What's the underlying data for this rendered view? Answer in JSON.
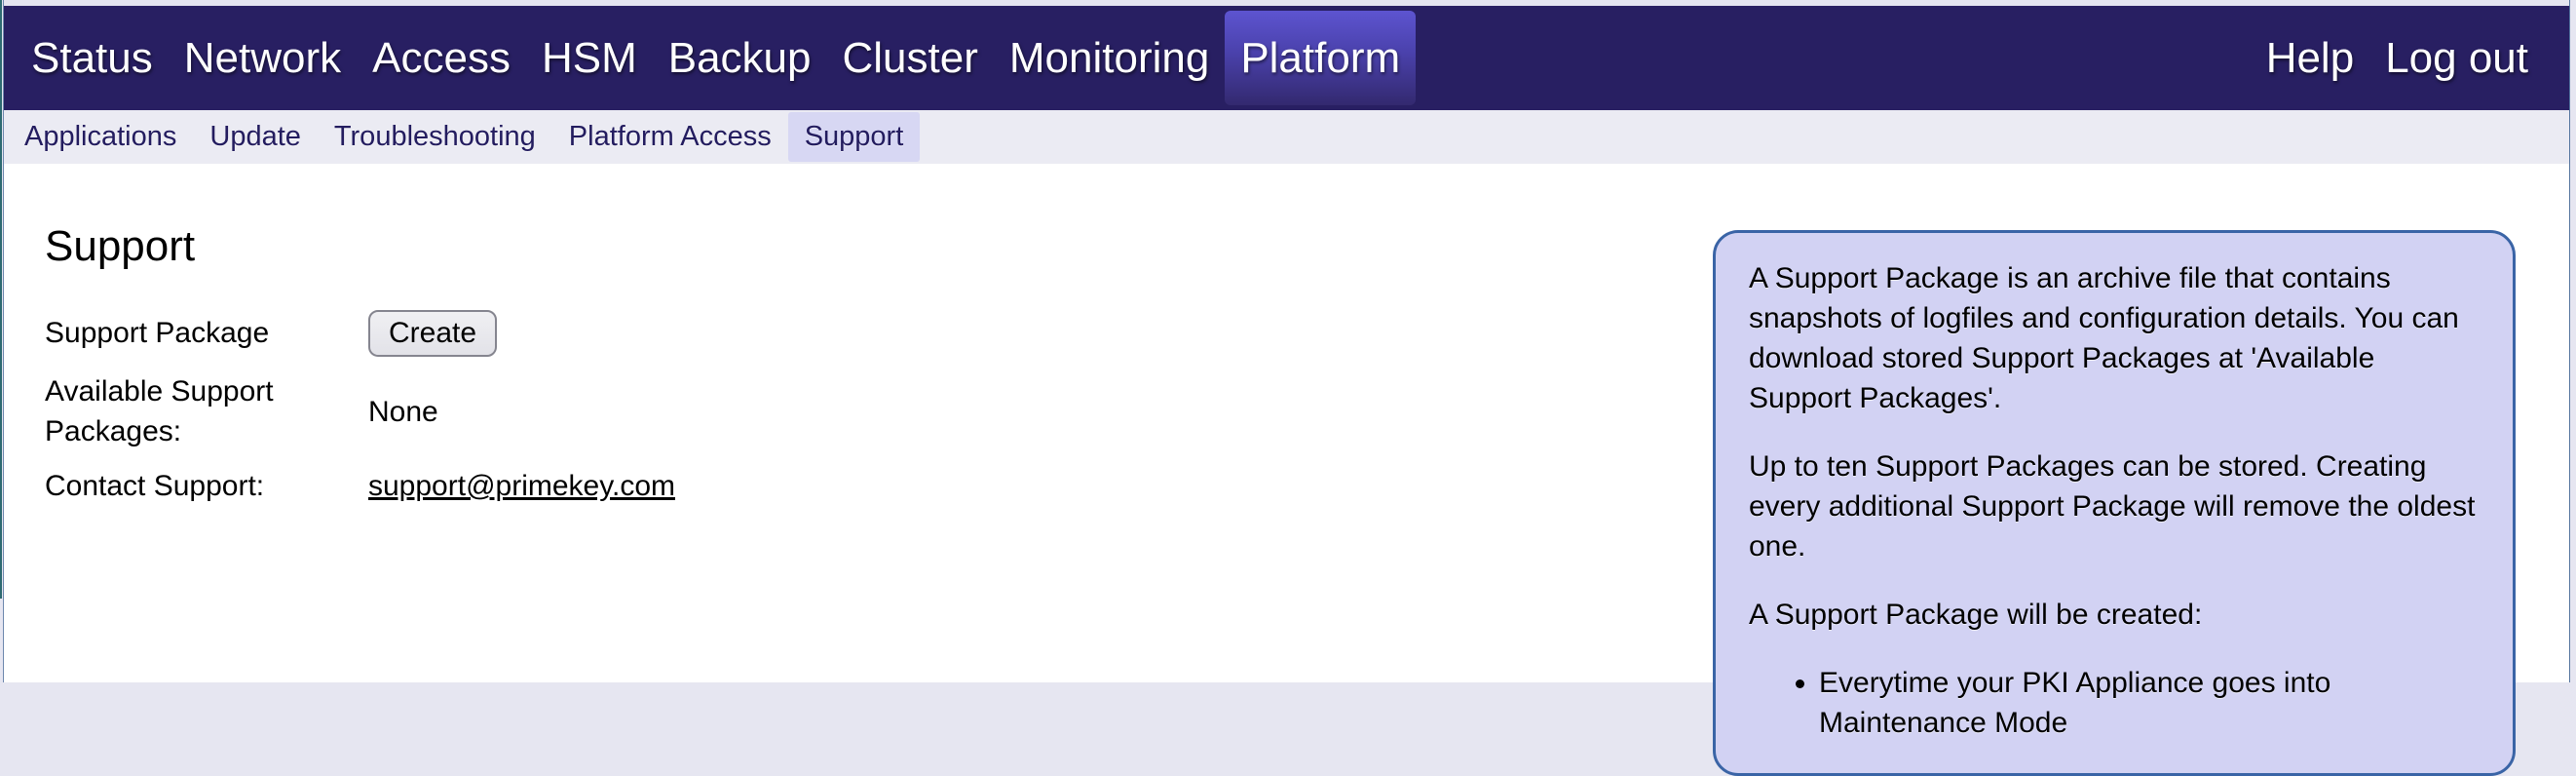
{
  "topnav": {
    "items": [
      "Status",
      "Network",
      "Access",
      "HSM",
      "Backup",
      "Cluster",
      "Monitoring",
      "Platform"
    ],
    "active_item": "Platform",
    "right_items": [
      "Help",
      "Log out"
    ]
  },
  "subnav": {
    "items": [
      "Applications",
      "Update",
      "Troubleshooting",
      "Platform Access",
      "Support"
    ],
    "active_item": "Support"
  },
  "main": {
    "title": "Support",
    "rows": [
      {
        "label": "Support Package",
        "button_label": "Create"
      },
      {
        "label": "Available Support Packages:",
        "value": "None"
      },
      {
        "label": "Contact Support:",
        "value": "support@primekey.com"
      }
    ]
  },
  "infobox": {
    "paragraphs": [
      "A Support Package is an archive file that contains snapshots of logfiles and configuration details. You can download stored Support Packages at 'Available Support Packages'.",
      "Up to ten Support Packages can be stored. Creating every additional Support Package will remove the oldest one.",
      "A Support Package will be created:"
    ],
    "bullets": [
      "Everytime your PKI Appliance goes into Maintenance Mode"
    ]
  },
  "colors": {
    "topbar_bg": "#281f62",
    "topbar_active_gradient_top": "#5d54d0",
    "topbar_active_gradient_bottom": "#33296f",
    "subnav_bg": "#ebebf3",
    "subnav_active_bg": "#d7d7f3",
    "subnav_text": "#231c5f",
    "infobox_bg": "#d2d2f3",
    "infobox_border": "#3a64a6",
    "button_border": "#85858f",
    "frame_outer_line": "#2e6a71",
    "frame_inner_line": "#6d87ad"
  }
}
